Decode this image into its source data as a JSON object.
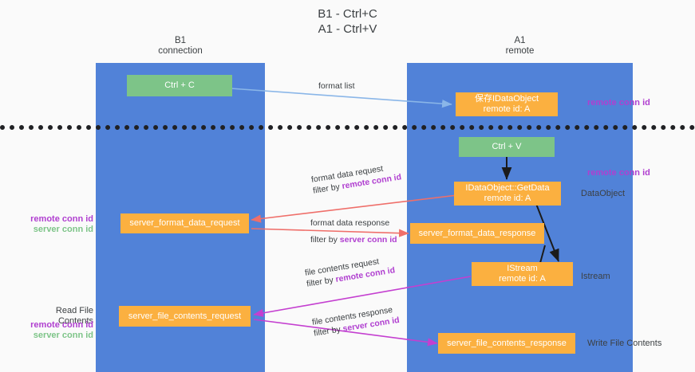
{
  "title": {
    "line1": "B1 - Ctrl+C",
    "line2": "A1 - Ctrl+V"
  },
  "lanes": [
    {
      "id": "b1",
      "name": "B1",
      "role": "connection"
    },
    {
      "id": "a1",
      "name": "A1",
      "role": "remote"
    }
  ],
  "nodes": {
    "ctrl_c": {
      "label": "Ctrl + C",
      "color": "#7dc488"
    },
    "save_dataobject": {
      "line1": "保存IDataObject",
      "line2": "remote id: A",
      "color": "#fbb040"
    },
    "ctrl_v": {
      "label": "Ctrl + V",
      "color": "#7dc488"
    },
    "getdata": {
      "line1": "IDataObject::GetData",
      "line2": "remote id: A",
      "color": "#fbb040"
    },
    "server_format_data_request": {
      "label": "server_format_data_request",
      "color": "#fbb040"
    },
    "server_format_data_response": {
      "label": "server_format_data_response",
      "color": "#fbb040"
    },
    "istream": {
      "line1": "IStream",
      "line2": "remote id: A",
      "color": "#fbb040"
    },
    "server_file_contents_request": {
      "label": "server_file_contents_request",
      "color": "#fbb040"
    },
    "server_file_contents_response": {
      "label": "server_file_contents_response",
      "color": "#fbb040"
    }
  },
  "edges": {
    "format_list": {
      "label": "format list",
      "color": "#8ab6e8"
    },
    "format_data_request": {
      "line1": "format data request",
      "filter_prefix": "filter by ",
      "filter_key": "remote conn id",
      "color": "#ef6f6a"
    },
    "format_data_response": {
      "line1": "format data response",
      "filter_prefix": "filter by ",
      "filter_key": "server conn id",
      "color": "#ef6f6a"
    },
    "file_contents_request": {
      "line1": "file contents request",
      "filter_prefix": "filter by ",
      "filter_key": "remote conn id",
      "color": "#c43fd0"
    },
    "file_contents_response": {
      "line1": "file contents response",
      "filter_prefix": "filter by ",
      "filter_key": "server conn id",
      "color": "#c43fd0"
    }
  },
  "annotations": {
    "right_remote_conn_id_top": "remote conn id",
    "right_remote_conn_id_mid": "remote conn id",
    "right_dataobject": "DataObject",
    "right_istream": "Istream",
    "right_write_file_contents": "Write File Contents",
    "left_conn_ids_mid": {
      "remote": "remote conn id",
      "server": "server conn id"
    },
    "left_read_file_contents": "Read File Contents",
    "left_conn_ids_bottom": {
      "remote": "remote conn id",
      "server": "server conn id"
    }
  },
  "colors": {
    "lane": "#5182d8",
    "green_box": "#7dc488",
    "orange_box": "#fbb040",
    "divider": "#202124",
    "red_arrow": "#ef6f6a",
    "magenta_arrow": "#c43fd0",
    "blue_arrow": "#8ab6e8",
    "purple_text": "#b03fd0",
    "green_text": "#7dc488",
    "background": "#fafafa"
  }
}
